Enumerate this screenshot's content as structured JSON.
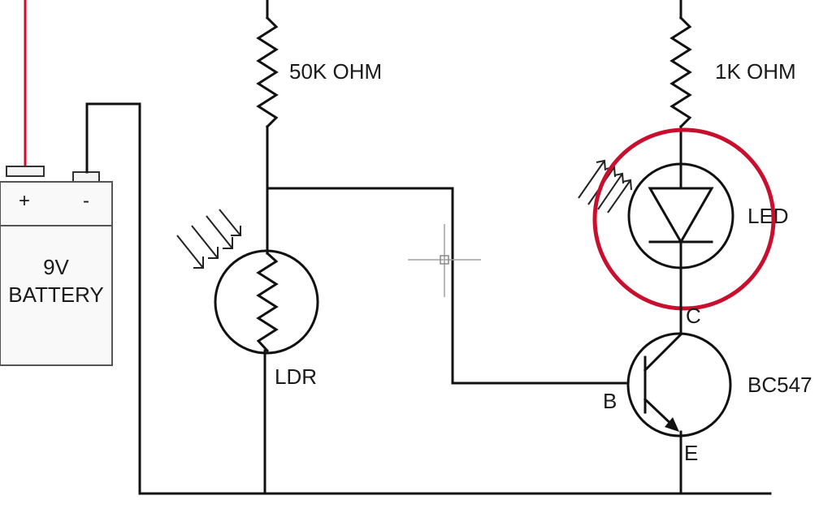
{
  "diagram": {
    "battery": {
      "label_line1": "9V",
      "label_line2": "BATTERY",
      "plus": "+",
      "minus": "-"
    },
    "resistor_ldr_divider": {
      "label": "50K OHM"
    },
    "resistor_led": {
      "label": "1K OHM"
    },
    "ldr": {
      "label": "LDR"
    },
    "led": {
      "label": "LED"
    },
    "transistor": {
      "label": "BC547",
      "collector": "C",
      "base": "B",
      "emitter": "E"
    }
  },
  "colors": {
    "wire": "#111111",
    "positive_lead": "#d0102a",
    "highlight_ring": "#c8102e",
    "cursor": "#999999"
  }
}
